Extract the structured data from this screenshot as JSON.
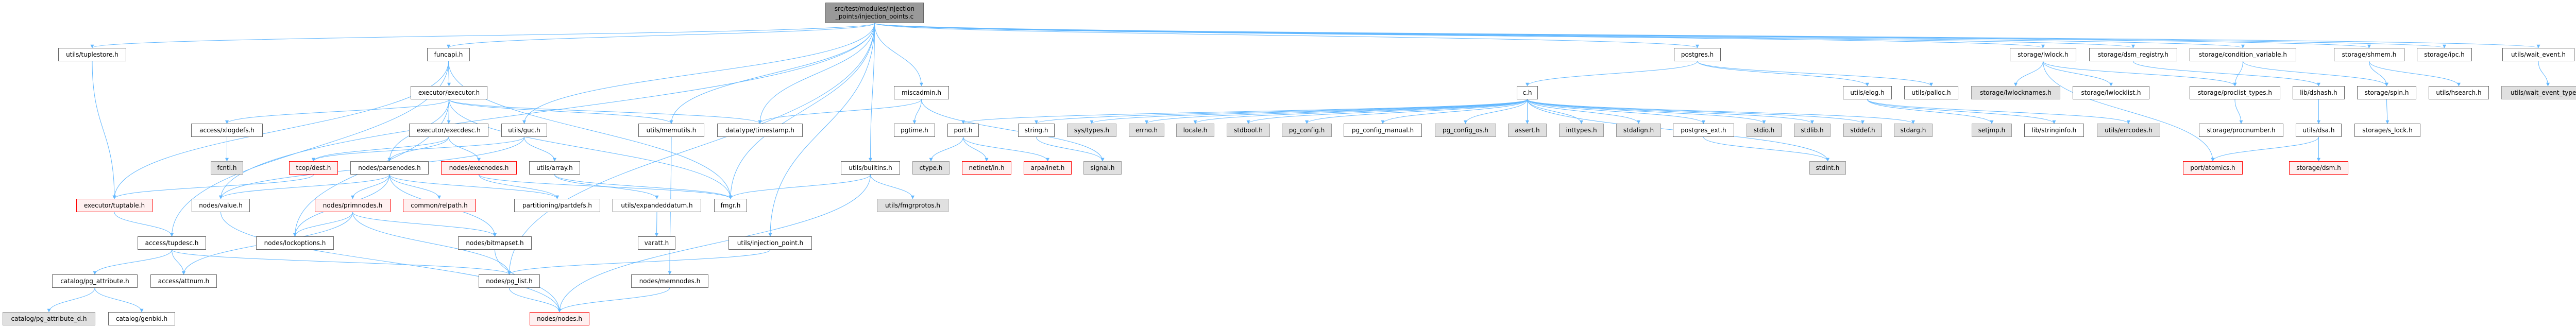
{
  "root": {
    "line1": "src/test/modules/injection",
    "line2": "_points/injection_points.c"
  },
  "nodes": {
    "tuplestore": "utils/tuplestore.h",
    "funcapi": "funcapi.h",
    "postgres": "postgres.h",
    "lwlock": "storage/lwlock.h",
    "dsm_registry": "storage/dsm_registry.h",
    "condition_variable": "storage/condition_variable.h",
    "shmem": "storage/shmem.h",
    "ipc": "storage/ipc.h",
    "wait_event": "utils/wait_event.h",
    "executor": "executor/executor.h",
    "miscadmin": "miscadmin.h",
    "c": "c.h",
    "elog": "utils/elog.h",
    "palloc": "utils/palloc.h",
    "lwlocknames": "storage/lwlocknames.h",
    "lwlocklist": "storage/lwlocklist.h",
    "proclist_types": "storage/proclist_types.h",
    "dshash": "lib/dshash.h",
    "spin": "storage/spin.h",
    "hsearch": "utils/hsearch.h",
    "wait_event_types": "utils/wait_event_types.h",
    "xlogdefs": "access/xlogdefs.h",
    "execdesc": "executor/execdesc.h",
    "guc": "utils/guc.h",
    "memutils": "utils/memutils.h",
    "timestamp": "datatype/timestamp.h",
    "pgtime": "pgtime.h",
    "port": "port.h",
    "string": "string.h",
    "systypes": "sys/types.h",
    "errno": "errno.h",
    "locale": "locale.h",
    "stdbool": "stdbool.h",
    "pg_config": "pg_config.h",
    "pg_config_manual": "pg_config_manual.h",
    "pg_config_os": "pg_config_os.h",
    "assert": "assert.h",
    "inttypes": "inttypes.h",
    "stdalign": "stdalign.h",
    "postgres_ext": "postgres_ext.h",
    "stdio": "stdio.h",
    "stdlib": "stdlib.h",
    "stddef": "stddef.h",
    "stdarg": "stdarg.h",
    "setjmp": "setjmp.h",
    "stringinfo": "lib/stringinfo.h",
    "errcodes": "utils/errcodes.h",
    "procnumber": "storage/procnumber.h",
    "dsa": "utils/dsa.h",
    "s_lock": "storage/s_lock.h",
    "fcntl": "fcntl.h",
    "dest": "tcop/dest.h",
    "parsenodes": "nodes/parsenodes.h",
    "execnodes": "nodes/execnodes.h",
    "array": "utils/array.h",
    "builtins": "utils/builtins.h",
    "ctype": "ctype.h",
    "netinet": "netinet/in.h",
    "arpa": "arpa/inet.h",
    "signal": "signal.h",
    "stdint": "stdint.h",
    "atomics": "port/atomics.h",
    "dsm": "storage/dsm.h",
    "tuptable": "executor/tuptable.h",
    "value": "nodes/value.h",
    "primnodes": "nodes/primnodes.h",
    "relpath": "common/relpath.h",
    "partdefs": "partitioning/partdefs.h",
    "expandeddatum": "utils/expandeddatum.h",
    "fmgr": "fmgr.h",
    "fmgrprotos": "utils/fmgrprotos.h",
    "tupdesc": "access/tupdesc.h",
    "lockoptions": "nodes/lockoptions.h",
    "bitmapset": "nodes/bitmapset.h",
    "varatt": "varatt.h",
    "injection_point": "utils/injection_point.h",
    "pg_attribute": "catalog/pg_attribute.h",
    "attnum": "access/attnum.h",
    "pg_list": "nodes/pg_list.h",
    "memnodes": "nodes/memnodes.h",
    "pg_attribute_d": "catalog/pg_attribute_d.h",
    "genbki": "catalog/genbki.h",
    "nodes": "nodes/nodes.h"
  },
  "edges": [
    [
      "root",
      "tuplestore"
    ],
    [
      "root",
      "funcapi"
    ],
    [
      "root",
      "value"
    ],
    [
      "root",
      "guc"
    ],
    [
      "root",
      "memutils"
    ],
    [
      "root",
      "fmgr"
    ],
    [
      "root",
      "injection_point"
    ],
    [
      "root",
      "builtins"
    ],
    [
      "root",
      "miscadmin"
    ],
    [
      "root",
      "pg_list"
    ],
    [
      "root",
      "postgres"
    ],
    [
      "root",
      "lwlock"
    ],
    [
      "root",
      "dsm_registry"
    ],
    [
      "root",
      "condition_variable"
    ],
    [
      "root",
      "shmem"
    ],
    [
      "root",
      "ipc"
    ],
    [
      "root",
      "wait_event"
    ],
    [
      "root",
      "timestamp"
    ],
    [
      "tuplestore",
      "tuptable"
    ],
    [
      "funcapi",
      "executor"
    ],
    [
      "funcapi",
      "tuptable"
    ],
    [
      "funcapi",
      "tupdesc"
    ],
    [
      "funcapi",
      "fmgr"
    ],
    [
      "executor",
      "execdesc"
    ],
    [
      "executor",
      "xlogdefs"
    ],
    [
      "executor",
      "lockoptions"
    ],
    [
      "executor",
      "parsenodes"
    ],
    [
      "executor",
      "memutils"
    ],
    [
      "executor",
      "timestamp"
    ],
    [
      "executor",
      "fmgr"
    ],
    [
      "execdesc",
      "execnodes"
    ],
    [
      "execdesc",
      "dest"
    ],
    [
      "execdesc",
      "parsenodes"
    ],
    [
      "guc",
      "array"
    ],
    [
      "guc",
      "dest"
    ],
    [
      "guc",
      "value"
    ],
    [
      "dest",
      "tuptable"
    ],
    [
      "xlogdefs",
      "fcntl"
    ],
    [
      "parsenodes",
      "value"
    ],
    [
      "parsenodes",
      "lockoptions"
    ],
    [
      "parsenodes",
      "primnodes"
    ],
    [
      "parsenodes",
      "relpath"
    ],
    [
      "parsenodes",
      "partdefs"
    ],
    [
      "parsenodes",
      "bitmapset"
    ],
    [
      "primnodes",
      "lockoptions"
    ],
    [
      "primnodes",
      "attnum"
    ],
    [
      "primnodes",
      "pg_list"
    ],
    [
      "primnodes",
      "bitmapset"
    ],
    [
      "execnodes",
      "partdefs"
    ],
    [
      "execnodes",
      "fmgr"
    ],
    [
      "array",
      "expandeddatum"
    ],
    [
      "array",
      "fmgr"
    ],
    [
      "expandeddatum",
      "varatt"
    ],
    [
      "memutils",
      "memnodes"
    ],
    [
      "miscadmin",
      "timestamp"
    ],
    [
      "miscadmin",
      "pgtime"
    ],
    [
      "miscadmin",
      "signal"
    ],
    [
      "injection_point",
      "pg_list"
    ],
    [
      "builtins",
      "fmgr"
    ],
    [
      "builtins",
      "fmgrprotos"
    ],
    [
      "builtins",
      "nodes"
    ],
    [
      "bitmapset",
      "nodes"
    ],
    [
      "pg_list",
      "nodes"
    ],
    [
      "memnodes",
      "nodes"
    ],
    [
      "value",
      "nodes"
    ],
    [
      "tuptable",
      "tupdesc"
    ],
    [
      "tupdesc",
      "pg_attribute"
    ],
    [
      "tupdesc",
      "attnum"
    ],
    [
      "tupdesc",
      "pg_list"
    ],
    [
      "pg_attribute",
      "pg_attribute_d"
    ],
    [
      "pg_attribute",
      "genbki"
    ],
    [
      "postgres",
      "c"
    ],
    [
      "postgres",
      "elog"
    ],
    [
      "postgres",
      "palloc"
    ],
    [
      "c",
      "port"
    ],
    [
      "c",
      "string"
    ],
    [
      "c",
      "systypes"
    ],
    [
      "c",
      "errno"
    ],
    [
      "c",
      "locale"
    ],
    [
      "c",
      "stdbool"
    ],
    [
      "c",
      "pg_config"
    ],
    [
      "c",
      "pg_config_manual"
    ],
    [
      "c",
      "pg_config_os"
    ],
    [
      "c",
      "assert"
    ],
    [
      "c",
      "inttypes"
    ],
    [
      "c",
      "stdalign"
    ],
    [
      "c",
      "postgres_ext"
    ],
    [
      "c",
      "stdio"
    ],
    [
      "c",
      "stdlib"
    ],
    [
      "c",
      "stddef"
    ],
    [
      "c",
      "stdarg"
    ],
    [
      "c",
      "stdint"
    ],
    [
      "port",
      "ctype"
    ],
    [
      "port",
      "netinet"
    ],
    [
      "port",
      "arpa"
    ],
    [
      "string",
      "signal"
    ],
    [
      "postgres_ext",
      "stdint"
    ],
    [
      "elog",
      "setjmp"
    ],
    [
      "elog",
      "stringinfo"
    ],
    [
      "elog",
      "errcodes"
    ],
    [
      "lwlock",
      "lwlocknames"
    ],
    [
      "lwlock",
      "lwlocklist"
    ],
    [
      "lwlock",
      "proclist_types"
    ],
    [
      "lwlock",
      "atomics"
    ],
    [
      "dsm_registry",
      "dshash"
    ],
    [
      "condition_variable",
      "proclist_types"
    ],
    [
      "condition_variable",
      "spin"
    ],
    [
      "shmem",
      "spin"
    ],
    [
      "shmem",
      "hsearch"
    ],
    [
      "wait_event",
      "wait_event_types"
    ],
    [
      "proclist_types",
      "procnumber"
    ],
    [
      "dshash",
      "dsa"
    ],
    [
      "dsa",
      "atomics"
    ],
    [
      "dsa",
      "dsm"
    ],
    [
      "spin",
      "s_lock"
    ]
  ],
  "colors": {
    "edge": "#63b8ff",
    "root_fill": "#999999",
    "missing_fill": "#e0e0e0",
    "truncated_border": "#ff0000"
  }
}
